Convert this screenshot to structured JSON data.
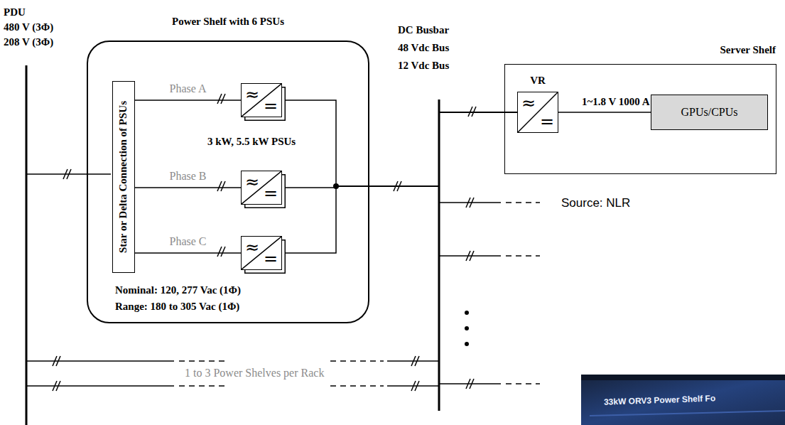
{
  "diagram": {
    "nodes": [
      {
        "text": [
          "Power Shelf with 6 PSUs",
          "3 kW, 5.5 kW PSUs",
          "Nominal: 120, 277 Vac (1Φ) Range: 180 to 305 Vac (1Φ)"
        ]
      },
      {
        "text": [
          "Star or Delta Connection of PSUs"
        ],
        "in": 0
      },
      {
        "text": [
          "≈",
          "="
        ],
        "in": 0
      },
      {
        "text": [
          "≈",
          "="
        ],
        "in": 0
      },
      {
        "text": [
          "≈",
          "="
        ],
        "in": 0
      },
      {
        "text": [
          "Server Shelf"
        ]
      },
      {
        "text": [
          "VR",
          "≈",
          "="
        ],
        "in": 5
      },
      {
        "text": [
          "GPUs/CPUs"
        ],
        "in": 5
      }
    ],
    "edges": [
      {
        "from": 1,
        "to": 2,
        "arrow": "none",
        "label": "Phase A"
      },
      {
        "from": 1,
        "to": 3,
        "arrow": "none",
        "label": "Phase B"
      },
      {
        "from": 1,
        "to": 4,
        "arrow": "none",
        "label": "Phase C"
      },
      {
        "from": 2,
        "to": 6,
        "arrow": "none"
      },
      {
        "from": 3,
        "to": 6,
        "arrow": "none"
      },
      {
        "from": 4,
        "to": 6,
        "arrow": "none"
      },
      {
        "from": 6,
        "to": 7,
        "arrow": "none",
        "label": "1~1.8 V 1000 A"
      }
    ],
    "labels": [
      "PDU",
      "480 V (3Φ)",
      "208 V (3Φ)",
      "DC Busbar",
      "48 Vdc Bus",
      "12 Vdc Bus",
      "Source: NLR",
      "1 to 3 Power Shelves per Rack",
      "33kW ORV3 Power Shelf Fo"
    ]
  }
}
